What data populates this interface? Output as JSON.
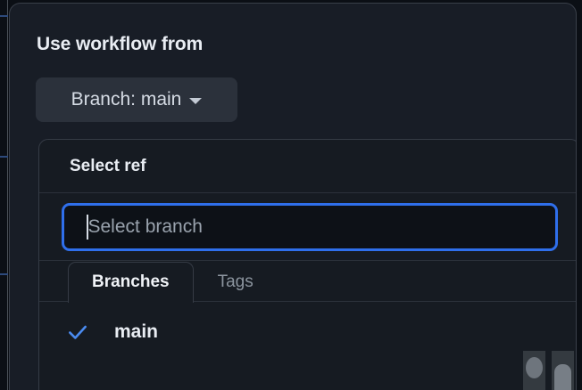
{
  "dialog": {
    "title": "Use workflow from",
    "branch_button": {
      "label": "Branch: main",
      "caret_icon": "chevron-down-icon"
    }
  },
  "ref_panel": {
    "title": "Select ref",
    "search": {
      "value": "",
      "placeholder": "Select branch"
    },
    "tabs": [
      {
        "label": "Branches",
        "selected": true
      },
      {
        "label": "Tags",
        "selected": false
      }
    ],
    "items": [
      {
        "label": "main",
        "selected": true,
        "check_icon": "check-icon"
      }
    ]
  },
  "colors": {
    "accent_blue": "#2f6feb",
    "check_blue": "#4a8bf0",
    "dialog_background": "#181d26",
    "panel_background": "#161b22",
    "input_background": "#0d1117",
    "button_background": "#2b313b",
    "text_primary": "#e9edf3",
    "text_muted": "#8b949e",
    "border": "#353b45"
  }
}
